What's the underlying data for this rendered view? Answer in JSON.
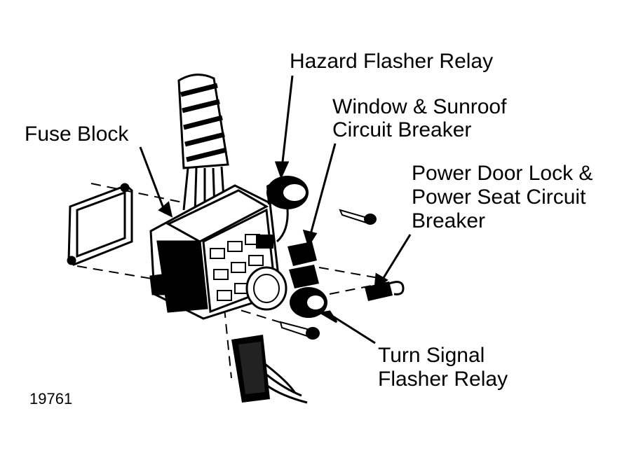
{
  "labels": {
    "hazard_flasher_relay": "Hazard Flasher Relay",
    "window_sunroof_line1": "Window & Sunroof",
    "window_sunroof_line2": "Circuit Breaker",
    "fuse_block": "Fuse Block",
    "power_door_line1": "Power Door Lock &",
    "power_door_line2": "Power Seat Circuit",
    "power_door_line3": "Breaker",
    "turn_signal_line1": "Turn Signal",
    "turn_signal_line2": "Flasher Relay"
  },
  "figure_number": "19761",
  "colors": {
    "ink": "#000000",
    "paper": "#ffffff"
  }
}
